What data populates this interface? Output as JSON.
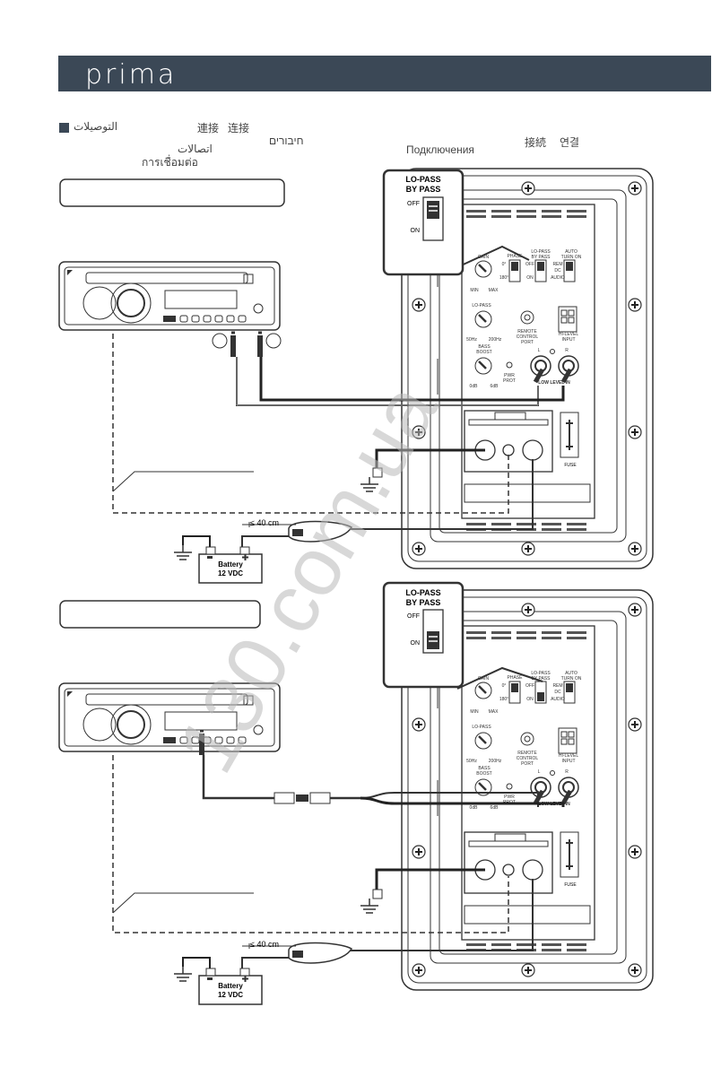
{
  "header": {
    "logo": "prima"
  },
  "languages": {
    "arabic": "التوصيلات",
    "chinese_simplified": "连接",
    "chinese_traditional": "連接",
    "hebrew": "חיבורים",
    "persian": "اتصالات",
    "thai": "การเชื่อมต่อ",
    "russian": "Подключения",
    "japanese": "接続",
    "korean": "연결"
  },
  "panel": {
    "lopass_title_1": "LO-PASS",
    "lopass_title_2": "BY PASS",
    "off": "OFF",
    "on": "ON",
    "gain": "GAIN",
    "min": "MIN",
    "max": "MAX",
    "phase": "PHASE",
    "phase_0": "0°",
    "phase_180": "180°",
    "lopass_bypass_1": "LO-PASS",
    "lopass_bypass_2": "BY PASS",
    "auto_turn_on_1": "AUTO",
    "auto_turn_on_2": "TURN ON",
    "rem": "REM",
    "dc": "DC",
    "audio": "AUDIO",
    "lopass": "LO-PASS",
    "hz50": "50Hz",
    "hz200": "200Hz",
    "remote_1": "REMOTE",
    "remote_2": "CONTROL",
    "remote_3": "PORT",
    "hilevel_1": "HI-LEVEL",
    "hilevel_2": "INPUT",
    "bass_1": "BASS",
    "bass_2": "BOOST",
    "db0": "0dB",
    "db6": "6dB",
    "pwr_1": "PWR",
    "pwr_2": "PROT",
    "l": "L",
    "r": "R",
    "low_level_in": "LOW LEVEL IN",
    "fuse": "FUSE"
  },
  "wiring": {
    "battery_1": "Battery",
    "battery_2": "12 VDC",
    "distance": "≤ 40 cm"
  },
  "watermark": "130.com.ua"
}
